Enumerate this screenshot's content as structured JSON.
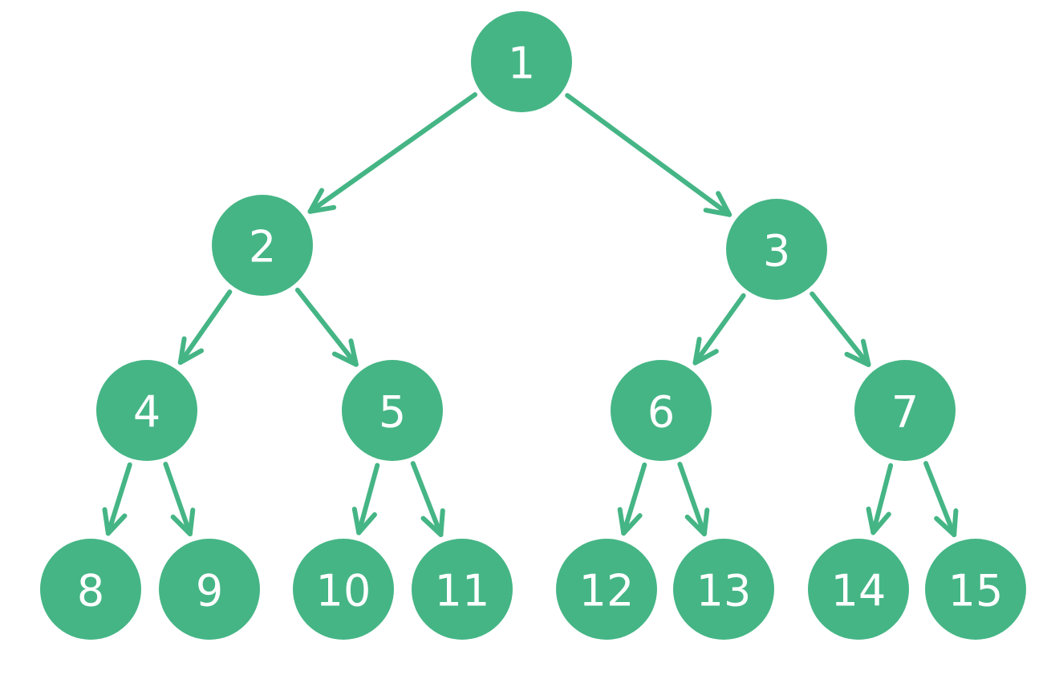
{
  "colors": {
    "node_fill": "#45b585",
    "edge": "#45b585",
    "label": "#ffffff",
    "background": "#ffffff"
  },
  "tree": {
    "nodes": [
      {
        "id": 1,
        "label": "1"
      },
      {
        "id": 2,
        "label": "2"
      },
      {
        "id": 3,
        "label": "3"
      },
      {
        "id": 4,
        "label": "4"
      },
      {
        "id": 5,
        "label": "5"
      },
      {
        "id": 6,
        "label": "6"
      },
      {
        "id": 7,
        "label": "7"
      },
      {
        "id": 8,
        "label": "8"
      },
      {
        "id": 9,
        "label": "9"
      },
      {
        "id": 10,
        "label": "10"
      },
      {
        "id": 11,
        "label": "11"
      },
      {
        "id": 12,
        "label": "12"
      },
      {
        "id": 13,
        "label": "13"
      },
      {
        "id": 14,
        "label": "14"
      },
      {
        "id": 15,
        "label": "15"
      }
    ],
    "edges": [
      {
        "from": 1,
        "to": 2
      },
      {
        "from": 1,
        "to": 3
      },
      {
        "from": 2,
        "to": 4
      },
      {
        "from": 2,
        "to": 5
      },
      {
        "from": 3,
        "to": 6
      },
      {
        "from": 3,
        "to": 7
      },
      {
        "from": 4,
        "to": 8
      },
      {
        "from": 4,
        "to": 9
      },
      {
        "from": 5,
        "to": 10
      },
      {
        "from": 5,
        "to": 11
      },
      {
        "from": 6,
        "to": 12
      },
      {
        "from": 6,
        "to": 13
      },
      {
        "from": 7,
        "to": 14
      },
      {
        "from": 7,
        "to": 15
      }
    ]
  }
}
